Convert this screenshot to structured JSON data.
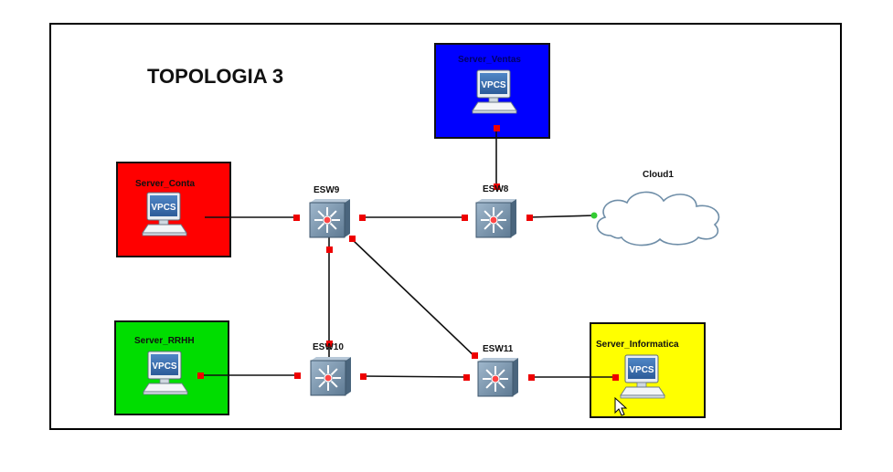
{
  "diagram": {
    "title": "TOPOLOGIA 3",
    "zones": {
      "ventas": {
        "label": "Server_Ventas",
        "color": "#0000ff"
      },
      "conta": {
        "label": "Server_Conta",
        "color": "#ff0000"
      },
      "rrhh": {
        "label": "Server_RRHH",
        "color": "#00dd00"
      },
      "informatica": {
        "label": "Server_Informatica",
        "color": "#ffff00"
      }
    },
    "pc_label": "VPCS",
    "switches": {
      "esw8": "ESW8",
      "esw9": "ESW9",
      "esw10": "ESW10",
      "esw11": "ESW11"
    },
    "cloud": "Cloud1",
    "link_color": "#111111",
    "port_color": "#ee0000",
    "cloud_port_color": "#33cc33"
  }
}
